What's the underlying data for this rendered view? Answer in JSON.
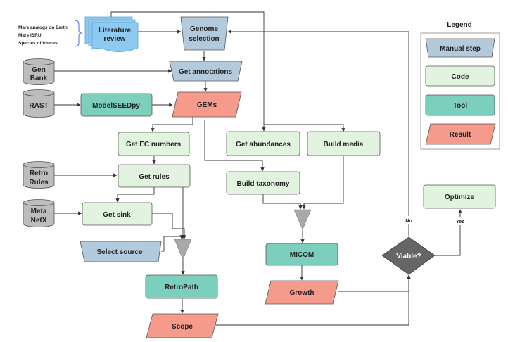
{
  "colors": {
    "manual": "#b3c9dc",
    "code": "#e2f4df",
    "tool": "#7ccfbd",
    "result": "#f69a8b",
    "database": "#bdbdbd",
    "decision": "#666666",
    "literature": "#8ec9ef",
    "merge": "#a9a9a9",
    "border": "#555555"
  },
  "notes": {
    "line1": "Mars analogs on Earth",
    "line2": "Mars ISRU",
    "line3": "Species of interest"
  },
  "nodes": {
    "literature": [
      "Literature",
      "review"
    ],
    "genome_selection": [
      "Genome",
      "selection"
    ],
    "genbank": [
      "Gen",
      "Bank"
    ],
    "get_annotations": "Get annotations",
    "rast": "RAST",
    "modelseedpy": "ModelSEEDpy",
    "gems": "GEMs",
    "get_ec_numbers": "Get EC numbers",
    "get_abundances": "Get abundances",
    "build_media": "Build media",
    "retrorules": [
      "Retro",
      "Rules"
    ],
    "get_rules": "Get rules",
    "build_taxonomy": "Build taxonomy",
    "metanetx": [
      "Meta",
      "NetX"
    ],
    "get_sink": "Get sink",
    "select_source": "Select source",
    "retropath": "RetroPath",
    "scope": "Scope",
    "micom": "MICOM",
    "growth": "Growth",
    "viable": "Viable?",
    "optimize": "Optimize"
  },
  "edge_labels": {
    "no": "No",
    "yes": "Yes"
  },
  "legend": {
    "title": "Legend",
    "manual": "Manual step",
    "code": "Code",
    "tool": "Tool",
    "result": "Result"
  }
}
